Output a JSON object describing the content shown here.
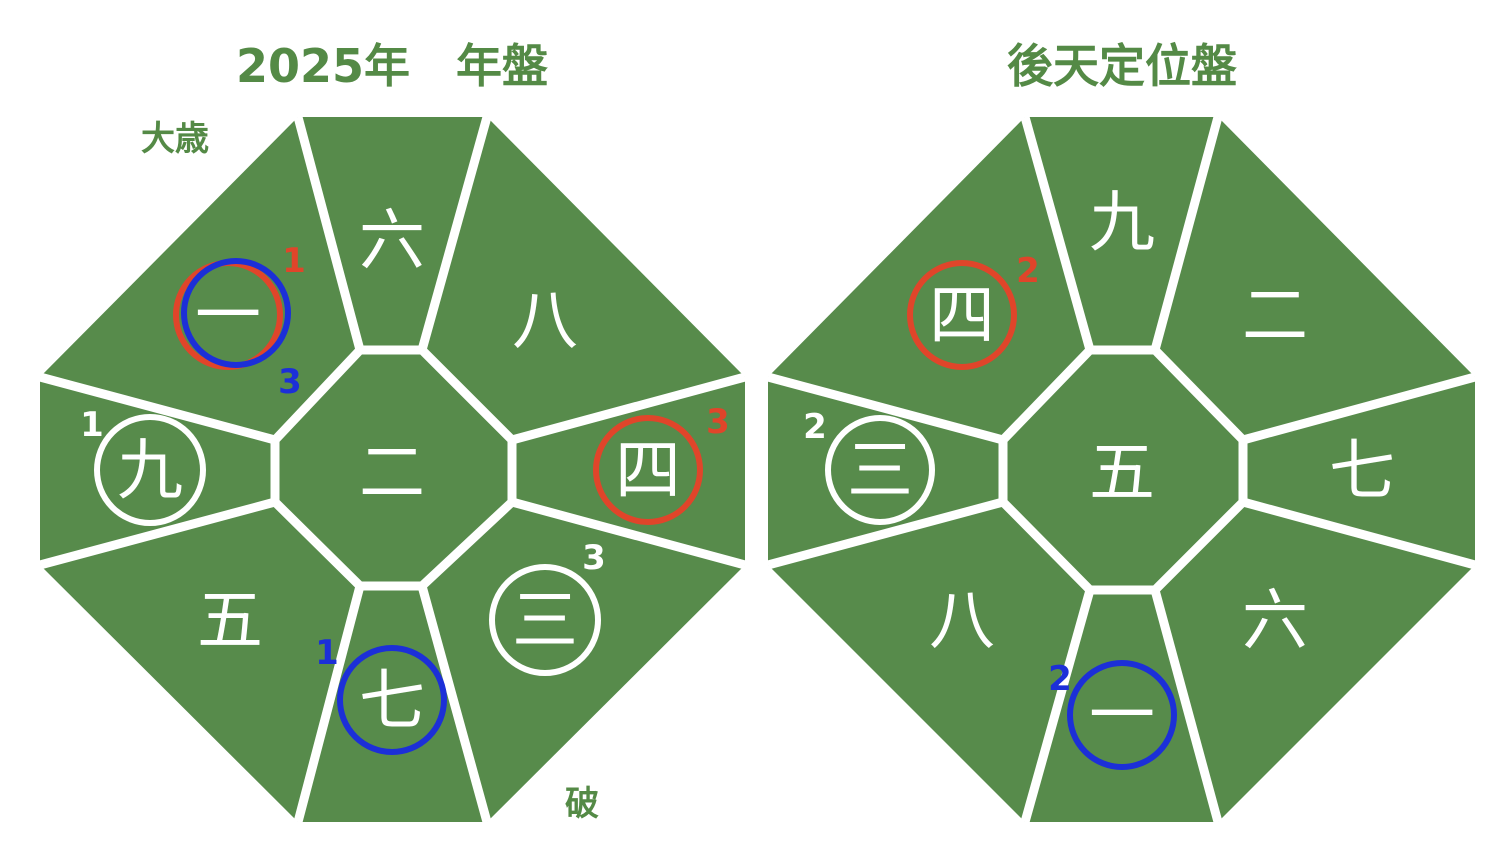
{
  "colors": {
    "board": "#578b4b",
    "title_text": "#548a46",
    "divider": "#ffffff",
    "red": "#e0452a",
    "blue": "#1c2fd8",
    "white": "#ffffff"
  },
  "boards": [
    {
      "title": "2025年　年盤",
      "label_top_left": "大歳",
      "label_bottom_right": "破",
      "cells": {
        "N": "六",
        "NE": "八",
        "E": "四",
        "SE": "三",
        "S": "七",
        "SW": "五",
        "W": "九",
        "NW": "一",
        "C": "二"
      },
      "marks": [
        {
          "cell": "NW",
          "color": "red",
          "number": "1"
        },
        {
          "cell": "NW",
          "color": "blue",
          "number": "3"
        },
        {
          "cell": "W",
          "color": "white",
          "number": "1"
        },
        {
          "cell": "E",
          "color": "red",
          "number": "3"
        },
        {
          "cell": "SE",
          "color": "white",
          "number": "3"
        },
        {
          "cell": "S",
          "color": "blue",
          "number": "1"
        }
      ]
    },
    {
      "title": "後天定位盤",
      "cells": {
        "N": "九",
        "NE": "二",
        "E": "七",
        "SE": "六",
        "S": "一",
        "SW": "八",
        "W": "三",
        "NW": "四",
        "C": "五"
      },
      "marks": [
        {
          "cell": "NW",
          "color": "red",
          "number": "2"
        },
        {
          "cell": "W",
          "color": "white",
          "number": "2"
        },
        {
          "cell": "S",
          "color": "blue",
          "number": "2"
        }
      ]
    }
  ]
}
